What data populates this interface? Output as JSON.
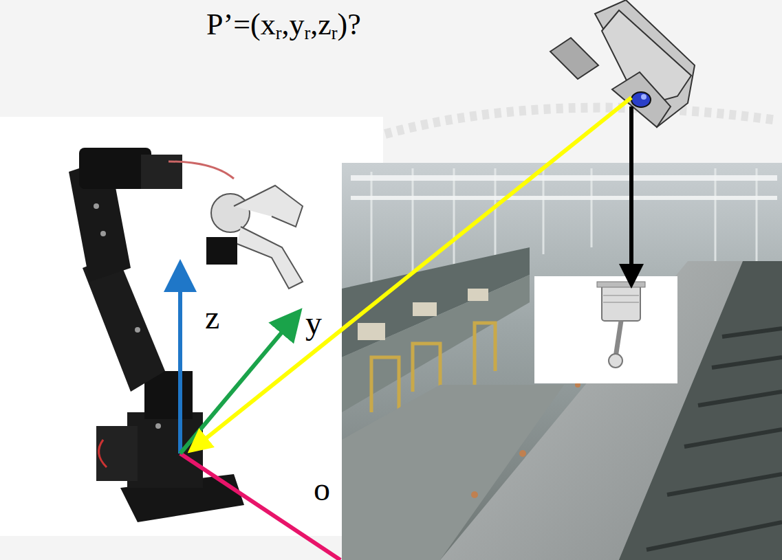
{
  "diagram": {
    "labels": [
      "P’=(xr,yr,zr)?",
      "z",
      "y",
      "o"
    ]
  }
}
